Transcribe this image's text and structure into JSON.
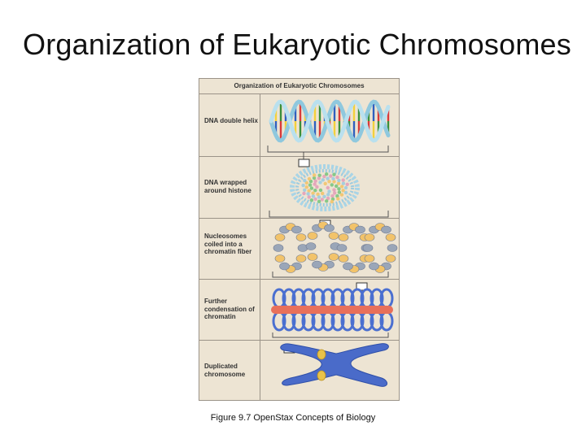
{
  "slide": {
    "title": "Organization of Eukaryotic Chromosomes",
    "caption": "Figure 9.7 OpenStax Concepts of Biology"
  },
  "figure": {
    "header": "Organization of Eukaryotic Chromosomes",
    "rows": [
      {
        "label": "DNA double helix"
      },
      {
        "label": "DNA wrapped around histone"
      },
      {
        "label": "Nucleosomes coiled into a chromatin fiber"
      },
      {
        "label": "Further condensation of chromatin"
      },
      {
        "label": "Duplicated chromosome"
      }
    ]
  },
  "colors": {
    "panel_bg": "#ede4d3",
    "border": "#9b9388",
    "dna_backbone": "#a8d4e6",
    "histone": "#f2c36a",
    "chromatin_loop": "#4b6fd0",
    "scaffold": "#e8705a",
    "chromosome": "#4a6bc9",
    "centromere": "#e8c24a",
    "base_pairs": [
      "#d93a3a",
      "#f2d13c",
      "#3a8f3a",
      "#2f5fbf"
    ]
  },
  "icons": [
    "double-helix",
    "nucleosome",
    "chromatin-fiber",
    "condensed-chromatin",
    "chromosome"
  ]
}
